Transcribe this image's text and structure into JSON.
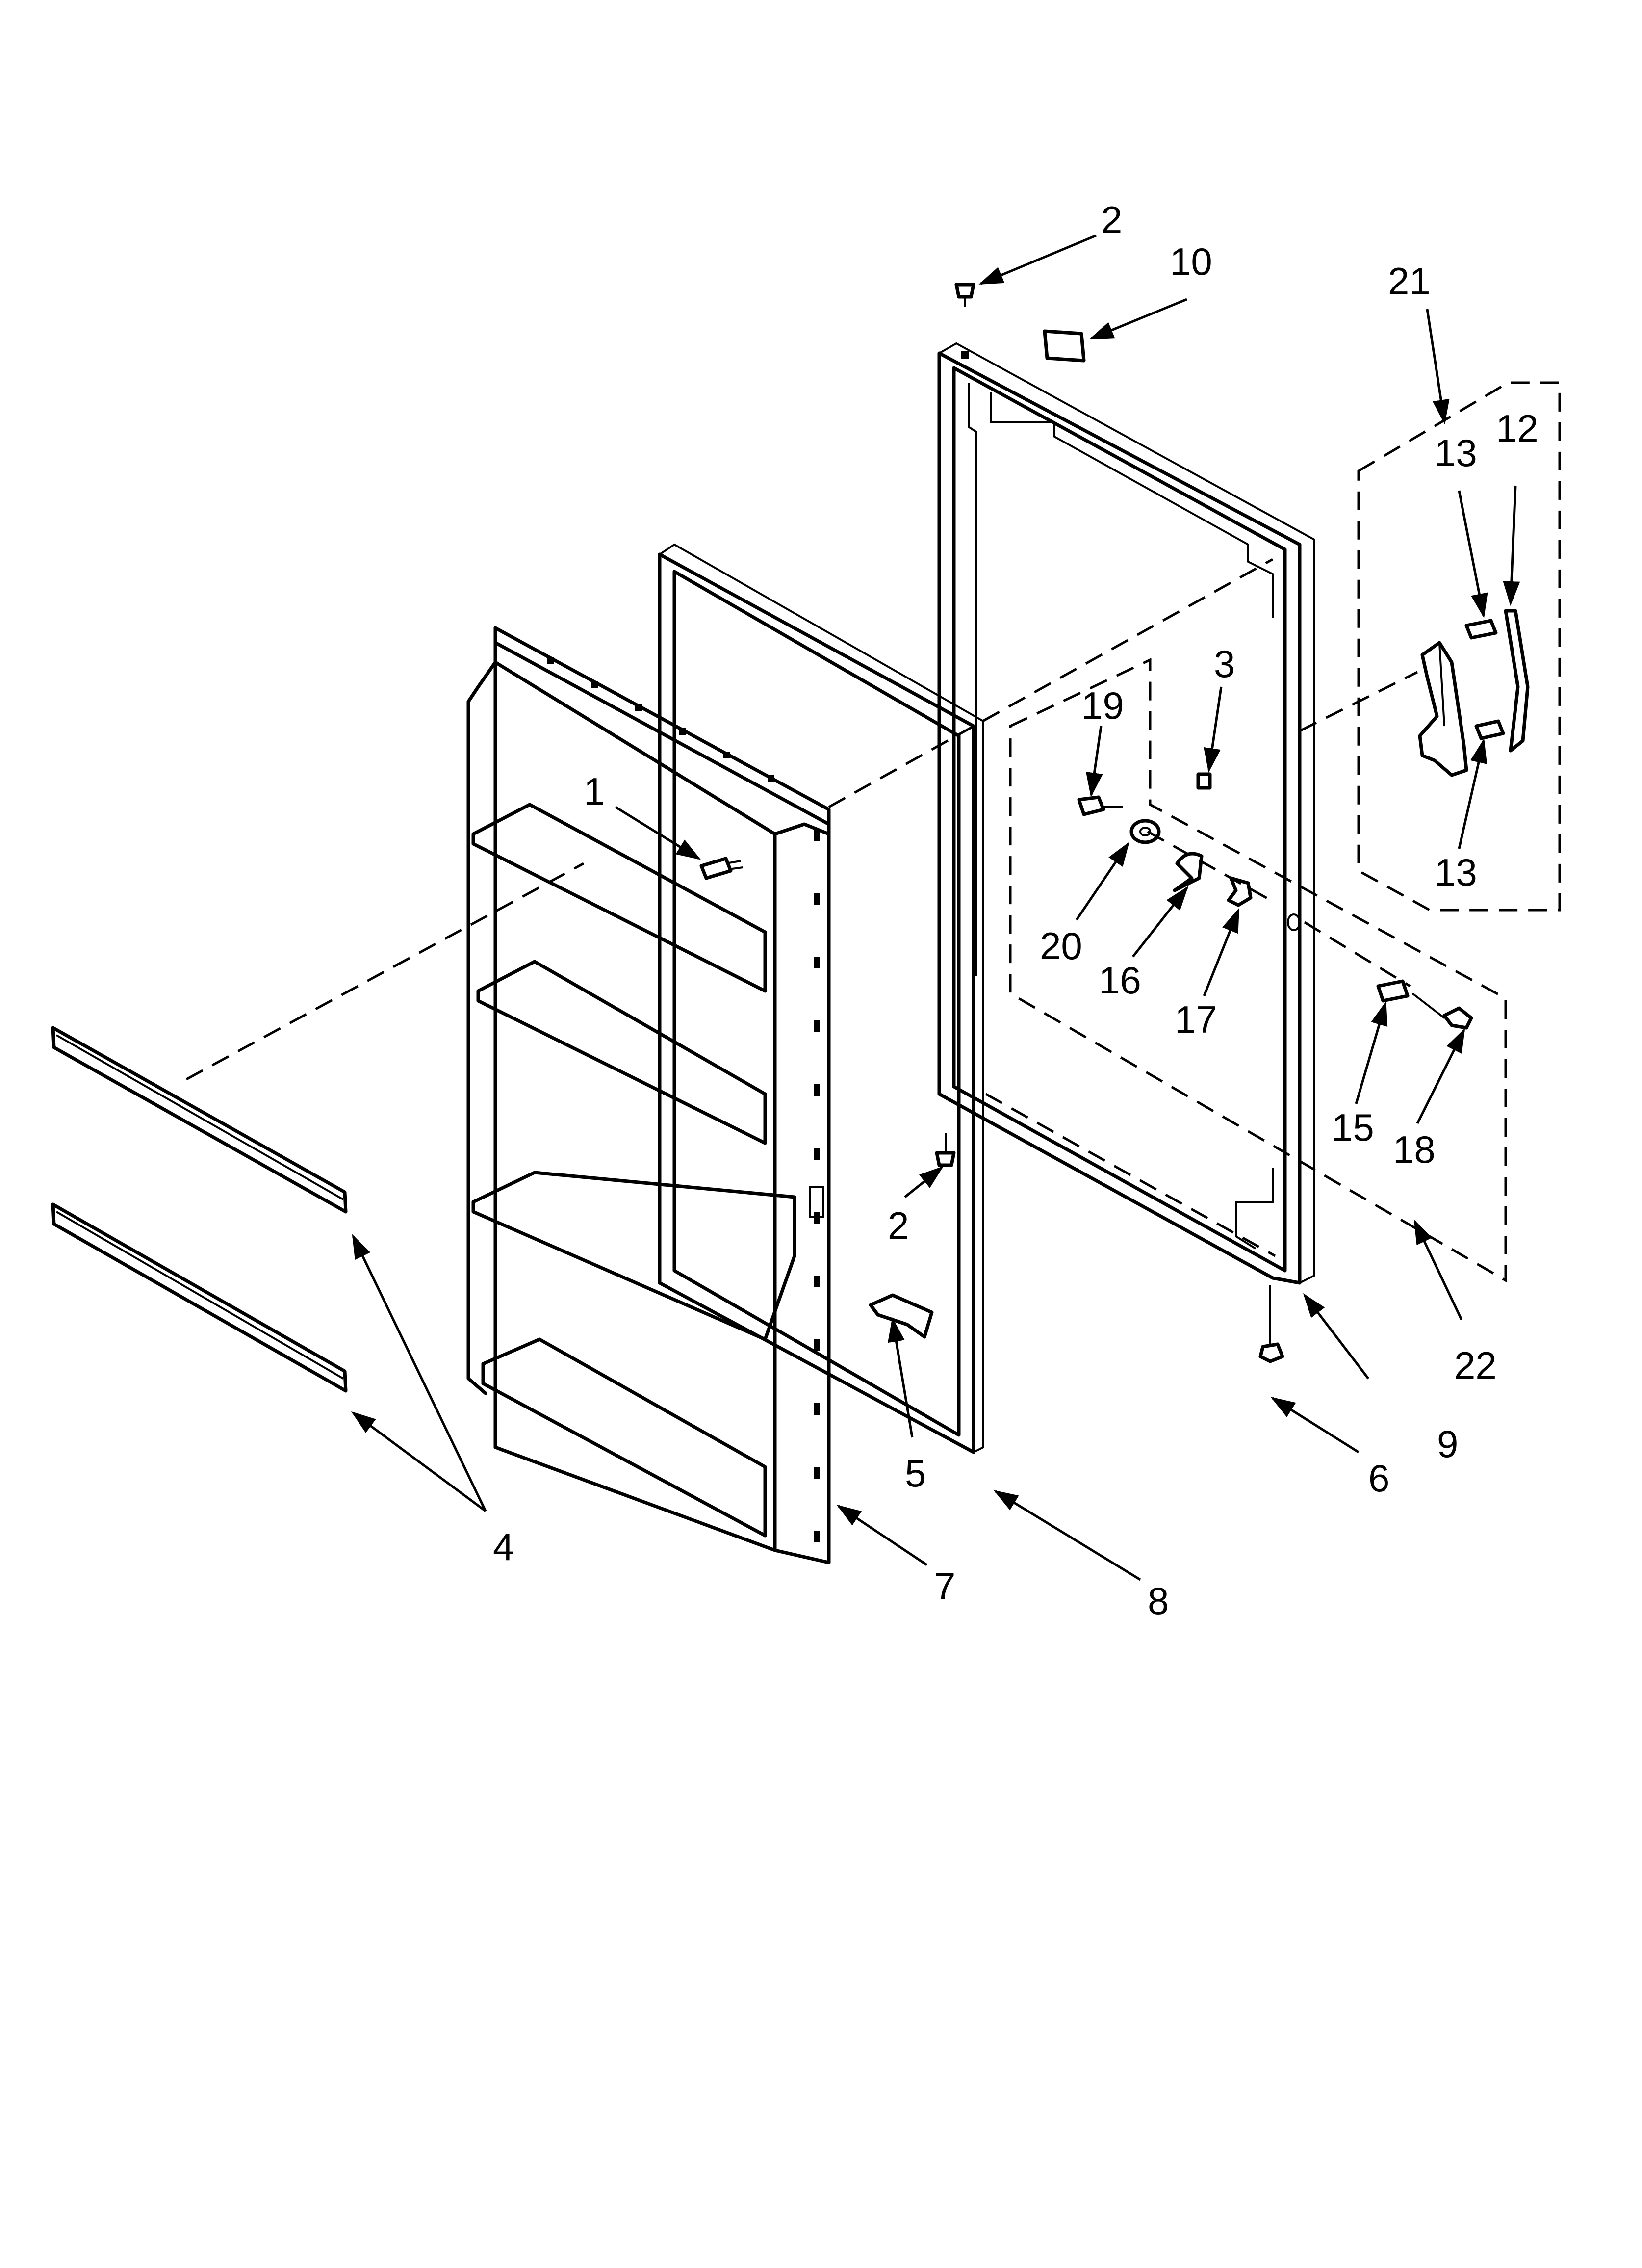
{
  "callouts": [
    "1",
    "2",
    "2",
    "3",
    "4",
    "5",
    "6",
    "7",
    "8",
    "9",
    "10",
    "12",
    "13",
    "13",
    "15",
    "16",
    "17",
    "18",
    "19",
    "20",
    "21",
    "22"
  ],
  "colors": {
    "line": "#000000",
    "background": "#ffffff"
  }
}
